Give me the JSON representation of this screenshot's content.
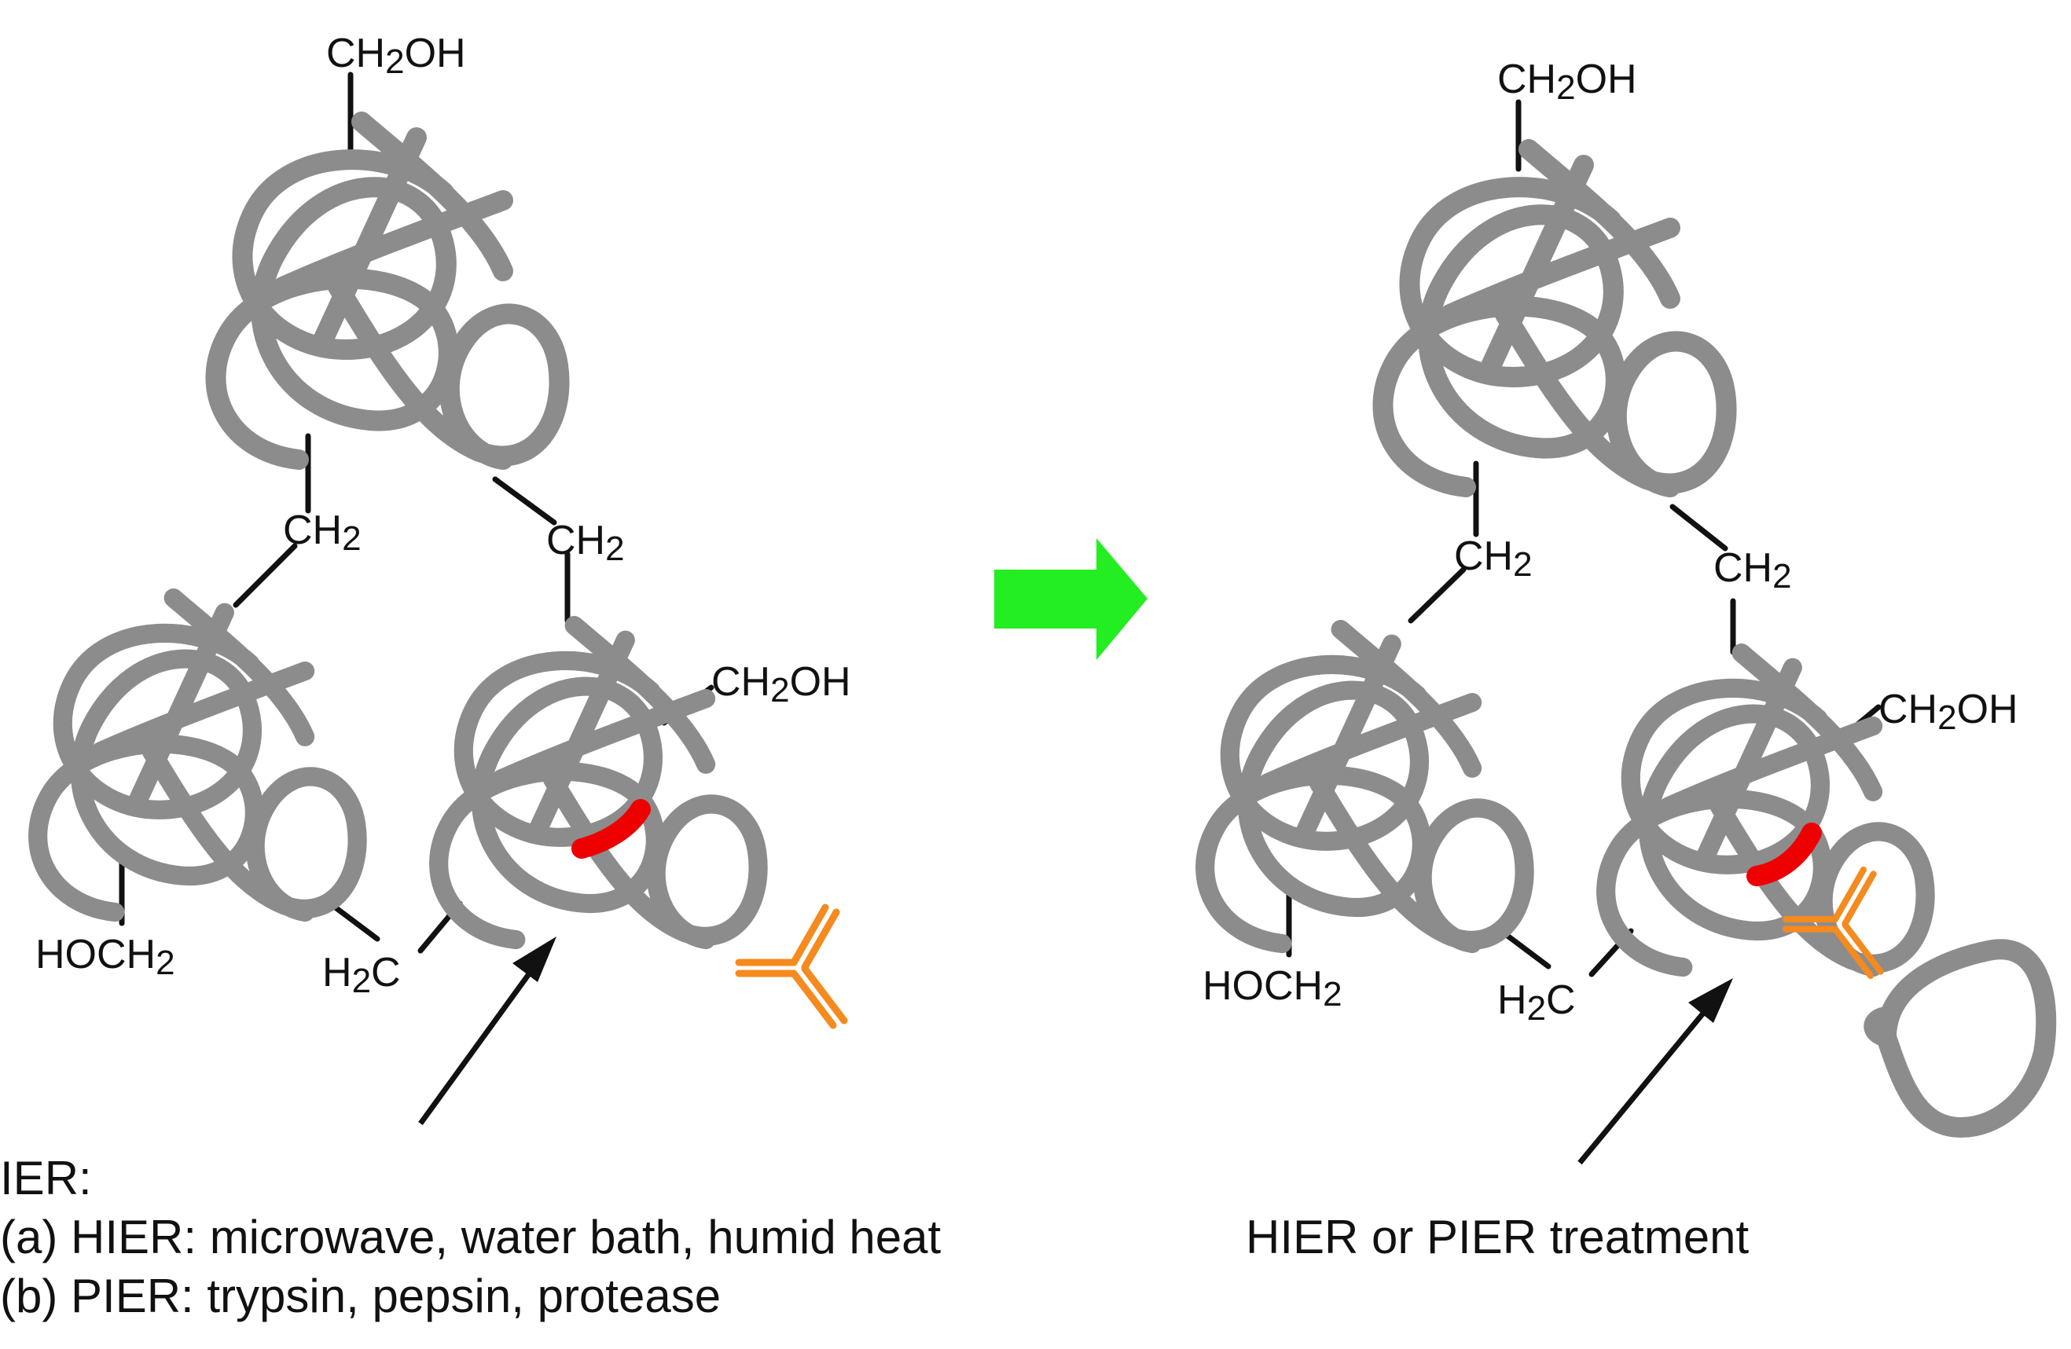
{
  "left_panel": {
    "labels": {
      "top_ch2oh": {
        "main": "CH",
        "sub": "2",
        "tail": "OH"
      },
      "ch2_left": {
        "main": "CH",
        "sub": "2",
        "tail": ""
      },
      "ch2_right": {
        "main": "CH",
        "sub": "2",
        "tail": ""
      },
      "ch2oh_right": {
        "main": "CH",
        "sub": "2",
        "tail": "OH"
      },
      "hoch2": {
        "main": "HOCH",
        "sub": "2",
        "tail": ""
      },
      "h2c": {
        "main": "H",
        "sub": "2",
        "tail": "C"
      }
    },
    "caption": {
      "line1": "IER:",
      "line2": "(a) HIER: microwave, water bath, humid heat",
      "line3": "(b) PIER: trypsin, pepsin, protease"
    }
  },
  "right_panel": {
    "labels": {
      "top_ch2oh": {
        "main": "CH",
        "sub": "2",
        "tail": "OH"
      },
      "ch2_left": {
        "main": "CH",
        "sub": "2",
        "tail": ""
      },
      "ch2_right": {
        "main": "CH",
        "sub": "2",
        "tail": ""
      },
      "ch2oh_right": {
        "main": "CH",
        "sub": "2",
        "tail": "OH"
      },
      "hoch2": {
        "main": "HOCH",
        "sub": "2",
        "tail": ""
      },
      "h2c": {
        "main": "H",
        "sub": "2",
        "tail": "C"
      }
    },
    "caption": "HIER or PIER treatment"
  },
  "colors": {
    "protein": "#8c8c8c",
    "epitope": "#ee0000",
    "antibody": "#f58a1e",
    "transition_arrow": "#22ee22",
    "bonds": "#111111"
  }
}
